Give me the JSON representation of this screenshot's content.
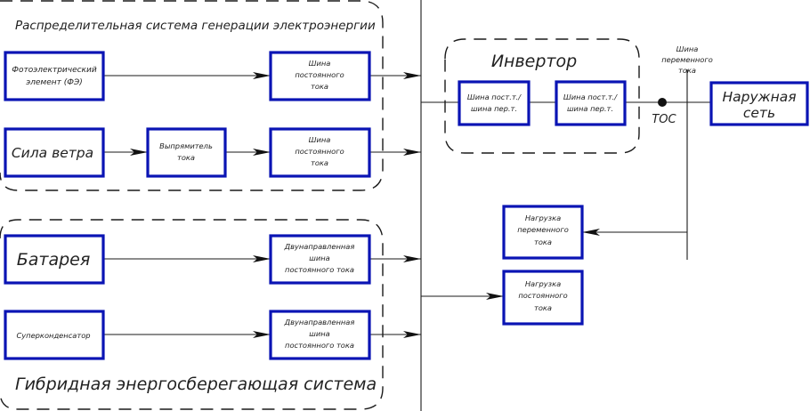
{
  "groups": {
    "generation": {
      "title": "Распределительная система генерации электроэнергии"
    },
    "storage": {
      "title": "Гибридная энергосберегающая система"
    },
    "inverter": {
      "title": "Инвертор"
    }
  },
  "blocks": {
    "pv": {
      "lines": [
        "Фотоэлектрический",
        "элемент (ФЭ)"
      ]
    },
    "pv_bus": {
      "lines": [
        "Шина",
        "постоянного",
        "тока"
      ]
    },
    "wind": {
      "lines": [
        "Сила ветра"
      ]
    },
    "rectifier": {
      "lines": [
        "Выпрямитель",
        "тока"
      ]
    },
    "wind_bus": {
      "lines": [
        "Шина",
        "постоянного",
        "тока"
      ]
    },
    "battery": {
      "lines": [
        "Батарея"
      ]
    },
    "battery_bus": {
      "lines": [
        "Двунаправленная",
        "шина",
        "постоянного тока"
      ]
    },
    "supercap": {
      "lines": [
        "Суперконденсатор"
      ]
    },
    "supercap_bus": {
      "lines": [
        "Двунаправленная",
        "шина",
        "постоянного тока"
      ]
    },
    "inv_stage1": {
      "lines": [
        "Шина пост.т./",
        "шина пер.т."
      ]
    },
    "inv_stage2": {
      "lines": [
        "Шина пост.т./",
        "шина пер.т."
      ]
    },
    "grid": {
      "lines": [
        "Наружная",
        "сеть"
      ]
    },
    "ac_load": {
      "lines": [
        "Нагрузка",
        "переменного",
        "тока"
      ]
    },
    "dc_load": {
      "lines": [
        "Нагрузка",
        "постоянного",
        "тока"
      ]
    }
  },
  "labels": {
    "ac_bus": [
      "Шина",
      "переменного",
      "тока"
    ],
    "pcc": "ТОС"
  },
  "colors": {
    "block_border": "#0a14b4",
    "line": "#1a1a1a"
  }
}
